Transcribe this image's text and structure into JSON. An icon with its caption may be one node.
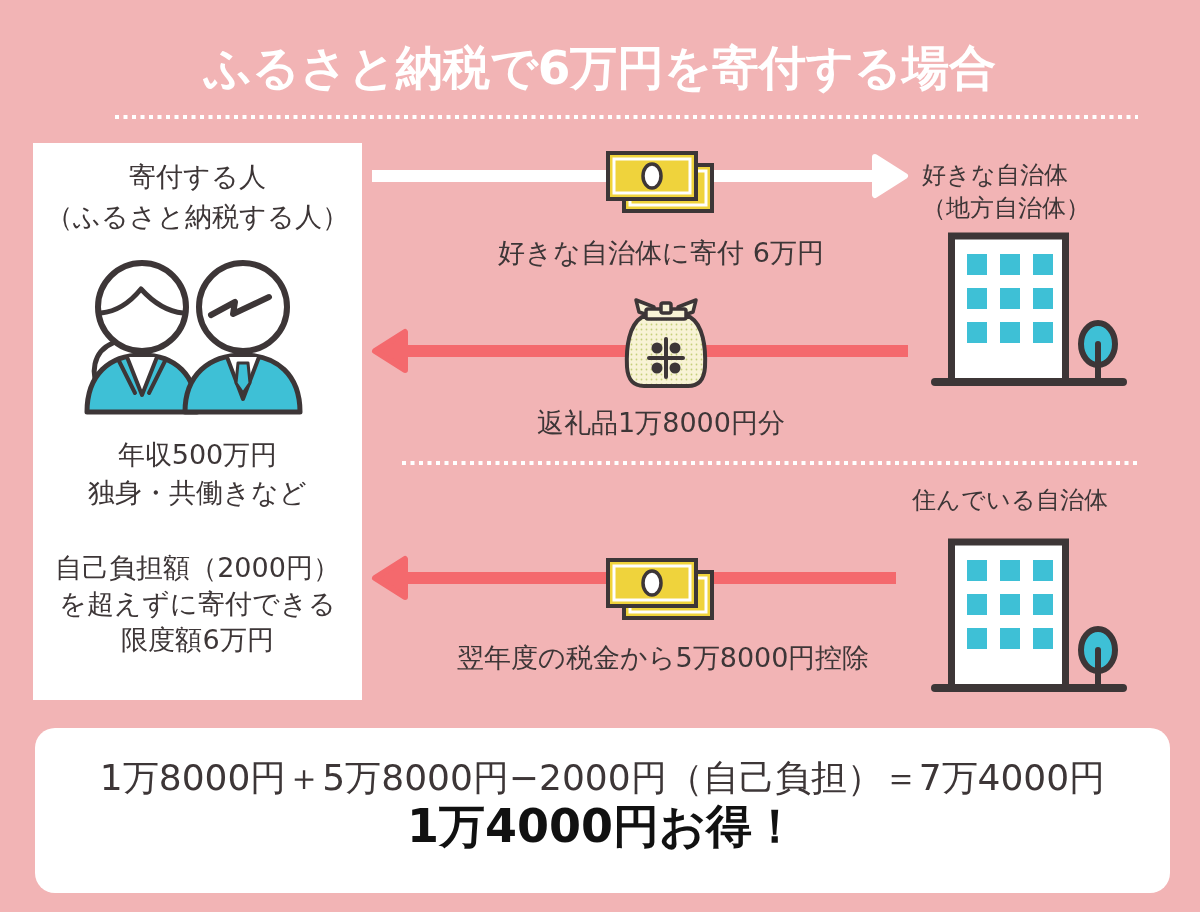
{
  "diagram": {
    "title": "ふるさと納税で6万円を寄付する場合",
    "nodes": [
      {
        "text": [
          "寄付する人（ふるさと納税する人）",
          "年収500万円",
          "独身・共働きなど",
          "自己負担額（2000円）を超えずに寄付できる限度額6万円"
        ]
      },
      {
        "text": [
          "好きな自治体（地方自治体）"
        ]
      },
      {
        "text": [
          "住んでいる自治体"
        ]
      },
      {
        "text": [
          "1万8000円＋5万8000円−2000円（自己負担）＝7万4000円",
          "1万4000円お得！"
        ]
      }
    ],
    "edges": [
      {
        "from": 0,
        "to": 1,
        "arrow": "to",
        "label": "好きな自治体に寄付 6万円",
        "color": "#ffffff"
      },
      {
        "from": 1,
        "to": 0,
        "arrow": "to",
        "label": "返礼品1万8000円分"
      },
      {
        "from": 2,
        "to": 0,
        "arrow": "to",
        "label": "翌年度の税金から5万8000円控除"
      }
    ]
  }
}
